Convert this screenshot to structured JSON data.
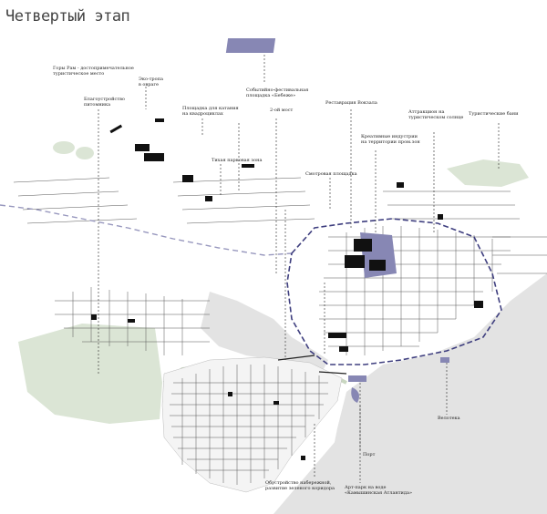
{
  "title": "Четвертый этап",
  "colors": {
    "water": "#e3e3e3",
    "land": "#ffffff",
    "green": "#dbe5d5",
    "accent": "#8787b4",
    "route": "#3f3f7f",
    "river_dash": "#9898be",
    "building": "#111111"
  },
  "labels": {
    "gory_ram": "Горы Рам - достопримечательное\nтуристическое место",
    "eco_tropa": "Эко-тропа\nв овраге",
    "pitomnik": "Благоустройство\nпитомника",
    "kvadrocikly": "Площадка для катания\nна квадроциклах",
    "festival": "Событийно-фестивальная\nплощадка «Бебеже»",
    "most": "2-ой мост",
    "vokzal": "Реставрация Вокзала",
    "attrakcion": "Аттракцион на\nтуристическом солнце",
    "bani": "Туристические бани",
    "tihaya_zona": "Тихая парковая зона",
    "kreativ": "Креативные индустрии\nна территории пром.зон",
    "smotrovaya": "Смотровая площадка",
    "veloteka": "Велотека",
    "port": "Порт",
    "naberezhnaya": "Обустройство набережной,\nразвитие зеленого коридора",
    "art_park": "Арт-парк на воде\n«Камышинская Атлантида»"
  }
}
